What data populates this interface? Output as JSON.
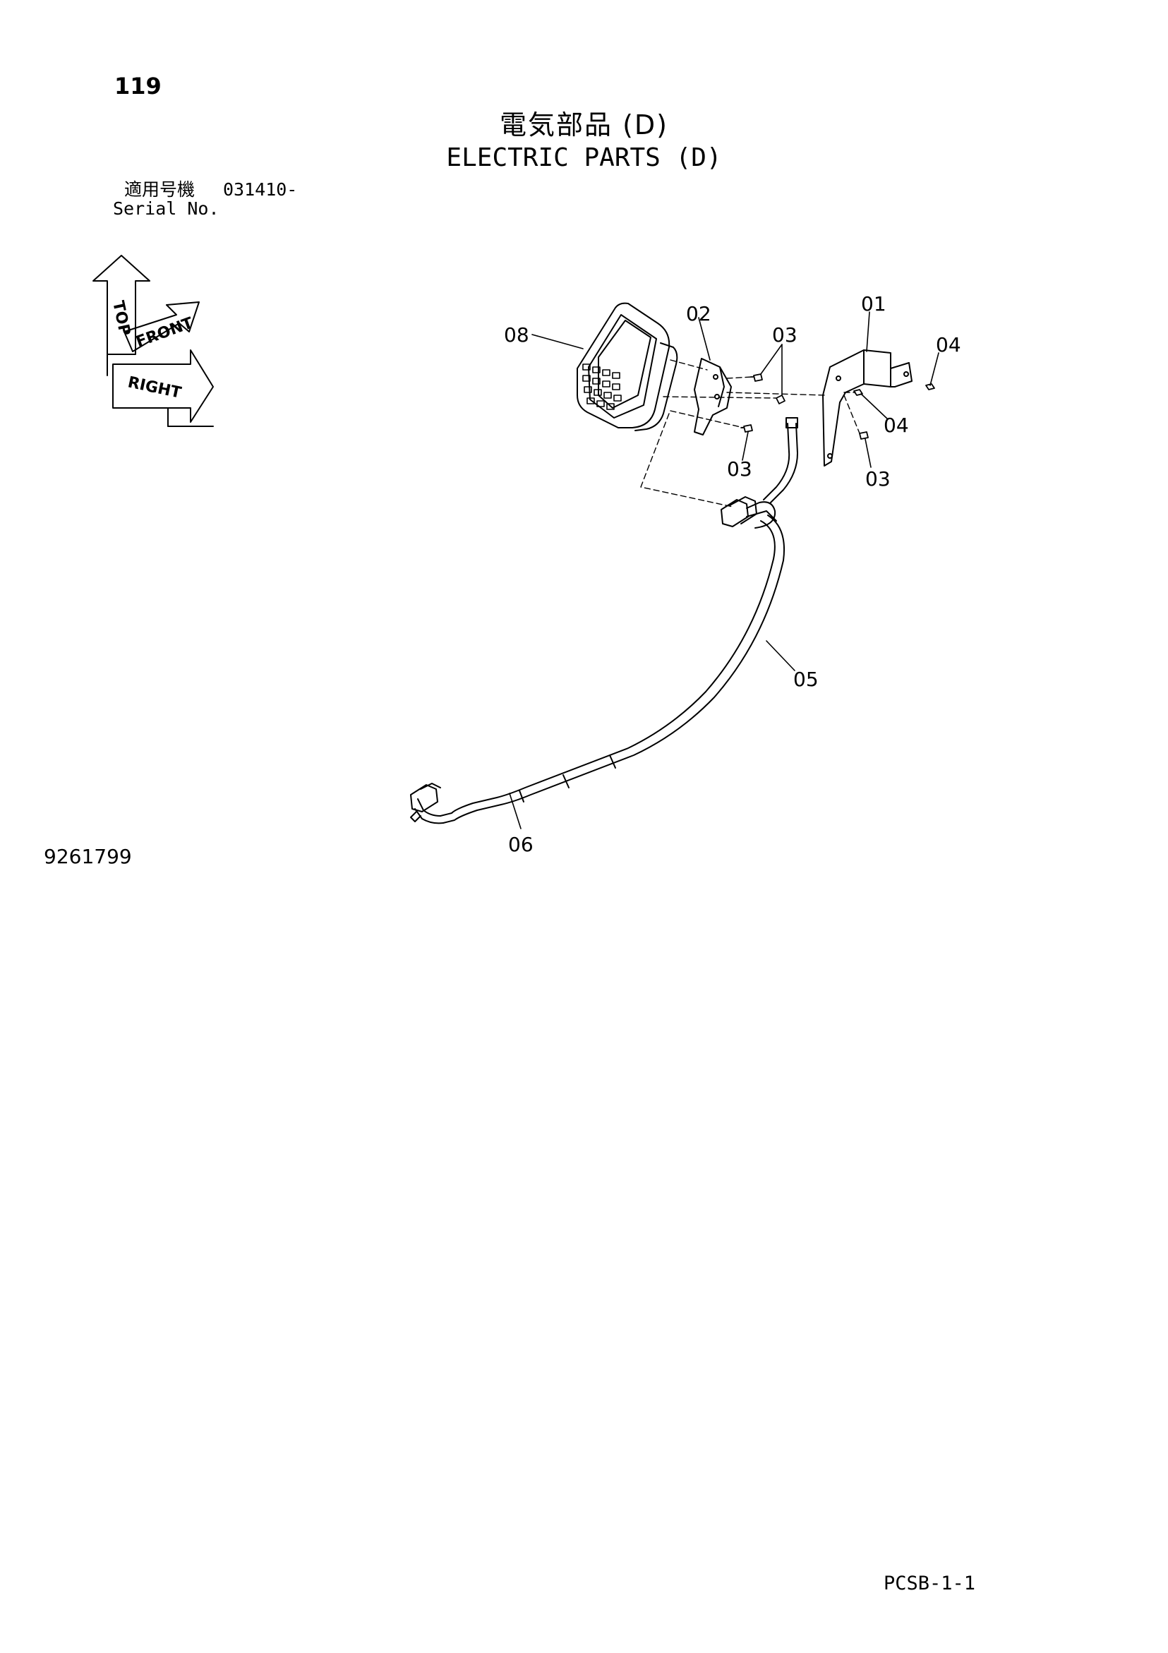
{
  "page": {
    "number": "119",
    "title_jp": "電気部品 (D)",
    "title_en": "ELECTRIC PARTS (D)",
    "serial_label_jp": "適用号機",
    "serial_value": "031410-",
    "serial_label_en": "Serial No.",
    "drawing_number": "9261799",
    "page_code": "PCSB-1-1"
  },
  "orientation": {
    "top": "TOP",
    "front": "FRONT",
    "right": "RIGHT"
  },
  "callouts": [
    {
      "id": "08",
      "label": "08"
    },
    {
      "id": "02",
      "label": "02"
    },
    {
      "id": "03a",
      "label": "03"
    },
    {
      "id": "01",
      "label": "01"
    },
    {
      "id": "04a",
      "label": "04"
    },
    {
      "id": "04b",
      "label": "04"
    },
    {
      "id": "03b",
      "label": "03"
    },
    {
      "id": "03c",
      "label": "03"
    },
    {
      "id": "05",
      "label": "05"
    },
    {
      "id": "06",
      "label": "06"
    }
  ]
}
